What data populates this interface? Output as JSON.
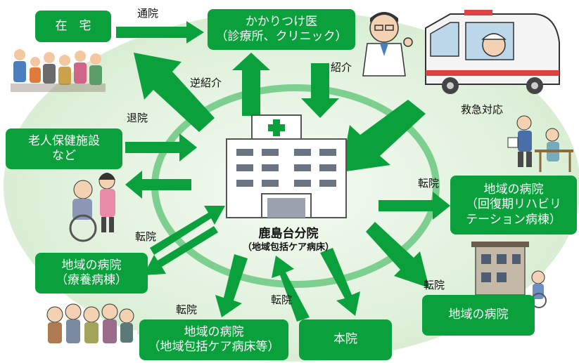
{
  "center": {
    "name": "鹿島台分院",
    "subtitle": "（地域包括ケア病床）"
  },
  "nodes": {
    "home": "在　宅",
    "family_doctor": [
      "かかりつけ医",
      "（診療所、クリニック）"
    ],
    "nursing_facility": [
      "老人保健施設",
      "など"
    ],
    "recovery_hospital": [
      "地域の病院",
      "（回復期リハビリ",
      "テーション病棟）"
    ],
    "care_ward_hospital": [
      "地域の病院",
      "（療養病棟）"
    ],
    "community_care_hospital": [
      "地域の病院",
      "（地域包括ケア病床等）"
    ],
    "main_hospital": "本院",
    "local_hospital": "地域の病院"
  },
  "labels": {
    "outpatient": "通院",
    "reverse_referral": "逆紹介",
    "referral": "紹介",
    "emergency": "救急対応",
    "discharge": "退院",
    "transfer_recovery": "転院",
    "transfer_care_ward": "転院",
    "transfer_community": "転院",
    "transfer_main": "転院",
    "transfer_local": "転院"
  },
  "colors": {
    "arrow_green": "#0aa03c",
    "box_green": "#0aa03c",
    "ring_green": "#7dcf8f",
    "halo_green": "#e3f2df"
  },
  "icons": [
    "family-group-illustration",
    "doctor-illustration",
    "ambulance-illustration",
    "rehab-patient-illustration",
    "wheelchair-elder-illustration",
    "elderly-group-illustration",
    "hospital-building-illustration",
    "care-facility-illustration"
  ]
}
